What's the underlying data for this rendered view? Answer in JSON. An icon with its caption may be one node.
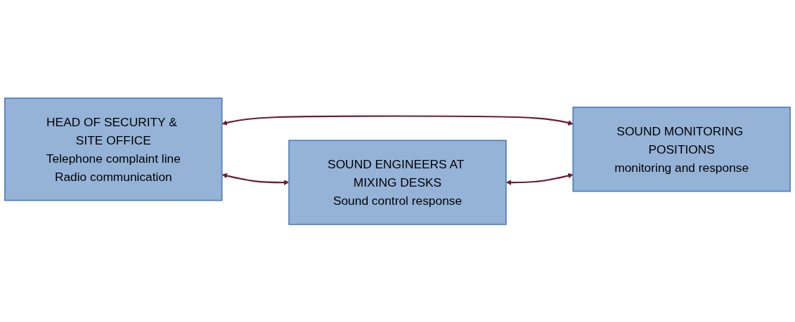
{
  "diagram": {
    "nodes": [
      {
        "text": [
          "HEAD OF SECURITY & SITE OFFICE",
          "Telephone complaint line",
          "Radio communication"
        ]
      },
      {
        "text": [
          "SOUND MONITORING POSITIONS",
          "monitoring and response"
        ]
      },
      {
        "text": [
          "SOUND ENGINEERS AT MIXING DESKS",
          "Sound control response"
        ]
      }
    ],
    "edges": [
      {
        "from": 0,
        "to": 1,
        "arrow": "both"
      },
      {
        "from": 0,
        "to": 2,
        "arrow": "both"
      },
      {
        "from": 2,
        "to": 1,
        "arrow": "both"
      }
    ]
  }
}
